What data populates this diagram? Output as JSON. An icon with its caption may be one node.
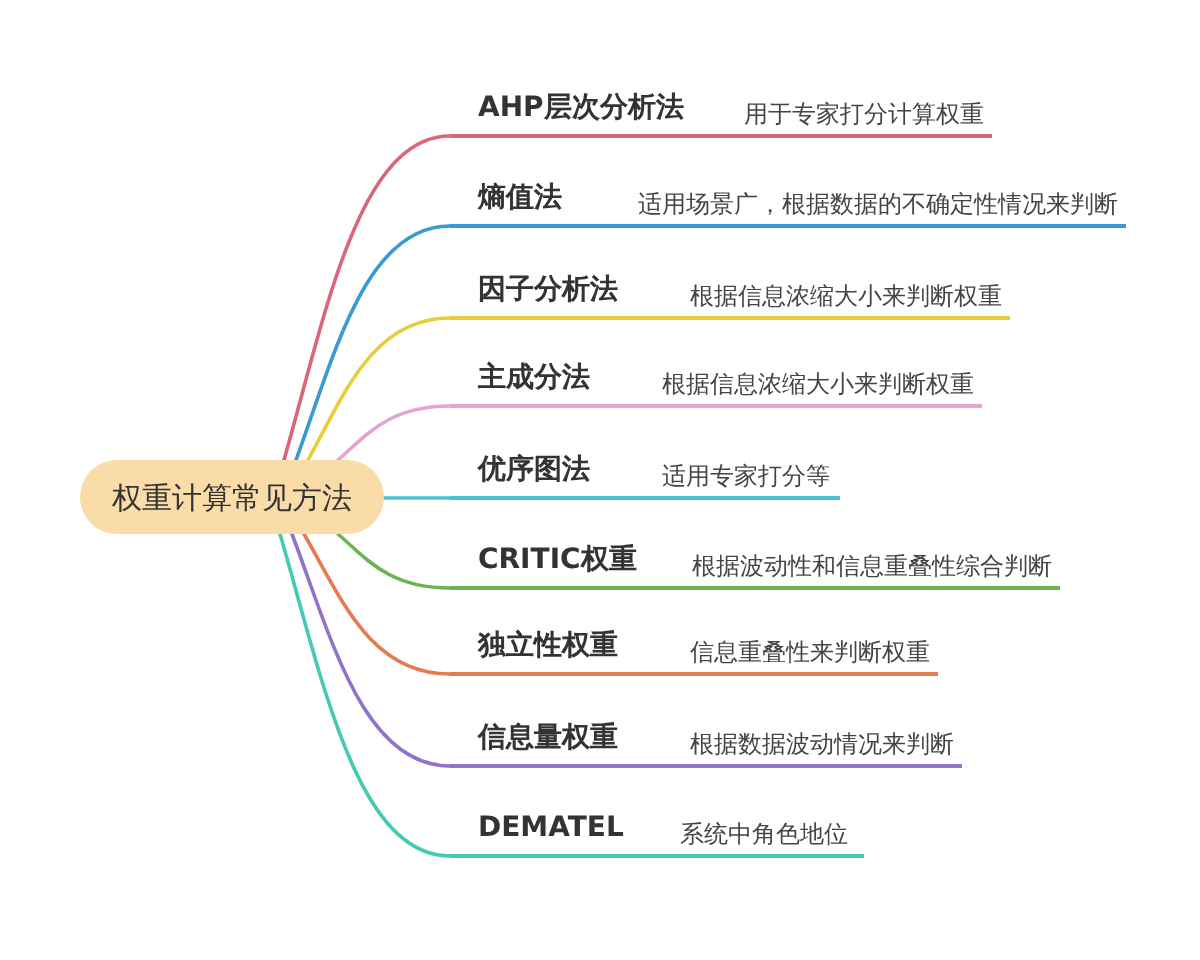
{
  "diagram": {
    "nodes": [
      {
        "text": [
          "权重计算常见方法"
        ]
      },
      {
        "text": [
          "AHP层次分析法",
          "用于专家打分计算权重"
        ]
      },
      {
        "text": [
          "熵值法",
          "适用场景广，根据数据的不确定性情况来判断"
        ]
      },
      {
        "text": [
          "因子分析法",
          "根据信息浓缩大小来判断权重"
        ]
      },
      {
        "text": [
          "主成分法",
          "根据信息浓缩大小来判断权重"
        ]
      },
      {
        "text": [
          "优序图法",
          "适用专家打分等"
        ]
      },
      {
        "text": [
          "CRITIC权重",
          "根据波动性和信息重叠性综合判断"
        ]
      },
      {
        "text": [
          "独立性权重",
          "信息重叠性来判断权重"
        ]
      },
      {
        "text": [
          "信息量权重",
          "根据数据波动情况来判断"
        ]
      },
      {
        "text": [
          "DEMATEL",
          "系统中角色地位"
        ]
      }
    ],
    "edges": [
      {
        "from": 0,
        "to": 1,
        "arrow": "none",
        "color": "#d9667b"
      },
      {
        "from": 0,
        "to": 2,
        "arrow": "none",
        "color": "#3a9bd0"
      },
      {
        "from": 0,
        "to": 3,
        "arrow": "none",
        "color": "#e8cc3c"
      },
      {
        "from": 0,
        "to": 4,
        "arrow": "none",
        "color": "#e6a3d4"
      },
      {
        "from": 0,
        "to": 5,
        "arrow": "none",
        "color": "#4cc0d4"
      },
      {
        "from": 0,
        "to": 6,
        "arrow": "none",
        "color": "#6ab552"
      },
      {
        "from": 0,
        "to": 7,
        "arrow": "none",
        "color": "#e57b50"
      },
      {
        "from": 0,
        "to": 8,
        "arrow": "none",
        "color": "#8f74c9"
      },
      {
        "from": 0,
        "to": 9,
        "arrow": "none",
        "color": "#45c9b5"
      }
    ]
  }
}
